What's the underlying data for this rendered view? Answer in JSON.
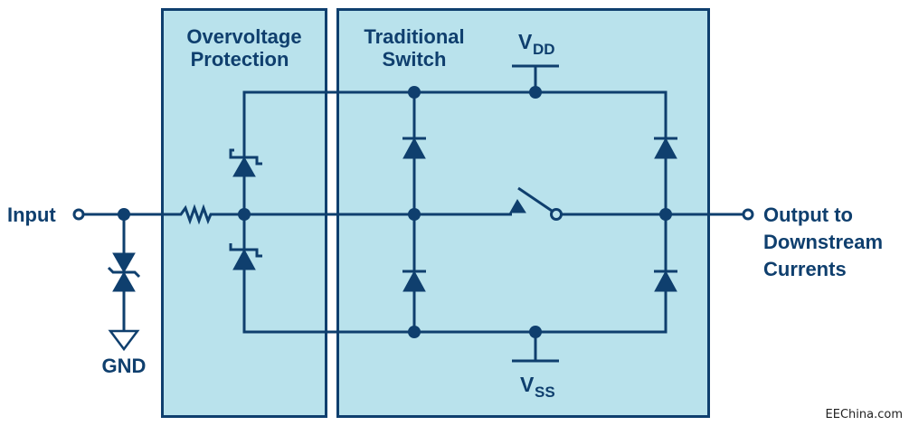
{
  "diagram": {
    "blocks": [
      {
        "id": "ovp",
        "title_lines": [
          "Overvoltage",
          "Protection"
        ]
      },
      {
        "id": "switch",
        "title_lines": [
          "Traditional",
          "Switch"
        ]
      }
    ],
    "labels": {
      "input": "Input",
      "gnd": "GND",
      "vdd_main": "V",
      "vdd_sub": "DD",
      "vss_main": "V",
      "vss_sub": "SS",
      "output_lines": [
        "Output to",
        "Downstream",
        "Currents"
      ]
    },
    "watermark": "EEChina.com",
    "colors": {
      "block_fill": "#b9e2ec",
      "stroke": "#0f3f6e",
      "background": "#ffffff"
    }
  }
}
